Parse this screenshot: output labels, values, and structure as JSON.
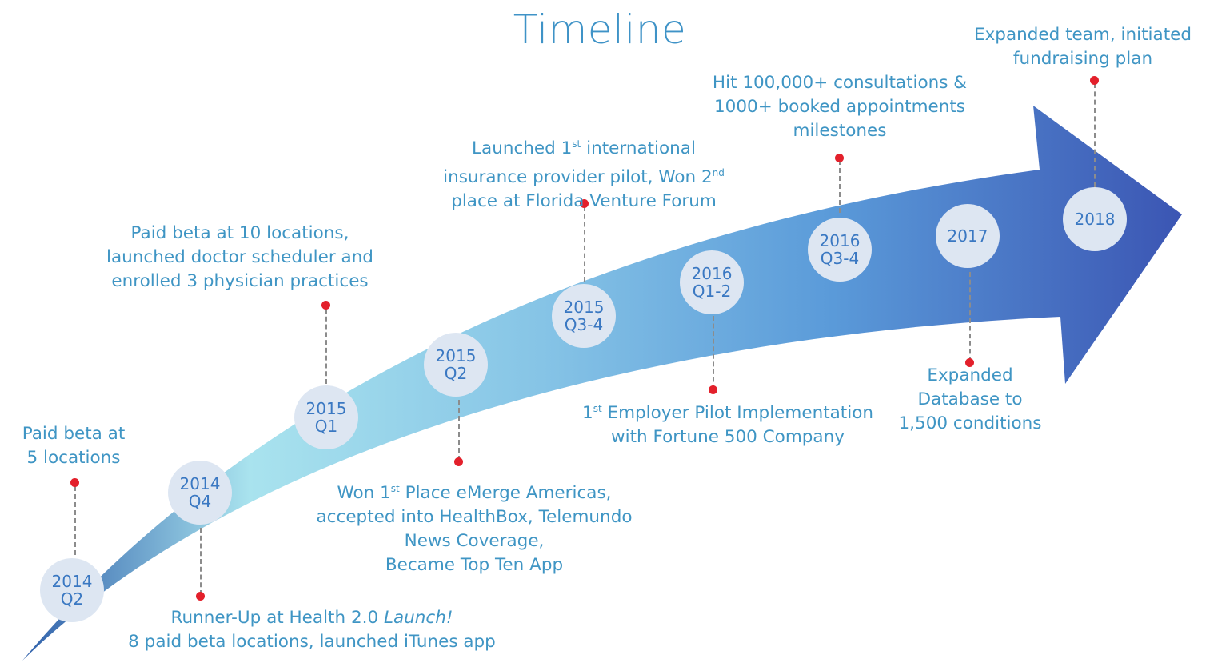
{
  "title": "Timeline",
  "colors": {
    "arrow_start": "#2c5ca8",
    "arrow_mid": "#a9e3ee",
    "arrow_end": "#3b55b3",
    "node_fill": "#dde6f2",
    "text": "#3f95c4",
    "dot": "#e3202b"
  },
  "nodes": [
    {
      "id": "2014-q2",
      "year": "2014",
      "quarter": "Q2"
    },
    {
      "id": "2014-q4",
      "year": "2014",
      "quarter": "Q4"
    },
    {
      "id": "2015-q1",
      "year": "2015",
      "quarter": "Q1"
    },
    {
      "id": "2015-q2",
      "year": "2015",
      "quarter": "Q2"
    },
    {
      "id": "2015-q3-4",
      "year": "2015",
      "quarter": "Q3-4"
    },
    {
      "id": "2016-q1-2",
      "year": "2016",
      "quarter": "Q1-2"
    },
    {
      "id": "2016-q3-4",
      "year": "2016",
      "quarter": "Q3-4"
    },
    {
      "id": "2017",
      "year": "2017",
      "quarter": ""
    },
    {
      "id": "2018",
      "year": "2018",
      "quarter": ""
    }
  ],
  "notes": {
    "n2014q2": [
      "Paid beta at",
      "5 locations"
    ],
    "n2014q4": {
      "line1_a": "Runner-Up at Health 2.0 ",
      "line1_em": "Launch!",
      "line2": "8 paid beta locations, launched iTunes app"
    },
    "n2015q1": [
      "Paid beta at 10 locations,",
      "launched doctor scheduler and",
      "enrolled 3 physician practices"
    ],
    "n2015q2": {
      "line1_a": "Won 1",
      "line1_sup": "st",
      "line1_b": " Place eMerge Americas,",
      "line2": "accepted into HealthBox, Telemundo",
      "line3": "News Coverage,",
      "line4": "Became Top Ten App"
    },
    "n2015q34": {
      "line1_a": "Launched 1",
      "line1_sup": "st",
      "line1_b": " international",
      "line2_a": "insurance provider pilot, Won 2",
      "line2_sup": "nd",
      "line3": "place at Florida Venture Forum"
    },
    "n2016q12": {
      "line1_a": "1",
      "line1_sup": "st",
      "line1_b": " Employer Pilot Implementation",
      "line2": "with Fortune 500 Company"
    },
    "n2016q34": [
      "Hit 100,000+ consultations &",
      "1000+ booked appointments",
      "milestones"
    ],
    "n2017": [
      "Expanded",
      "Database to",
      "1,500 conditions"
    ],
    "n2018": [
      "Expanded team, initiated",
      "fundraising plan"
    ]
  }
}
